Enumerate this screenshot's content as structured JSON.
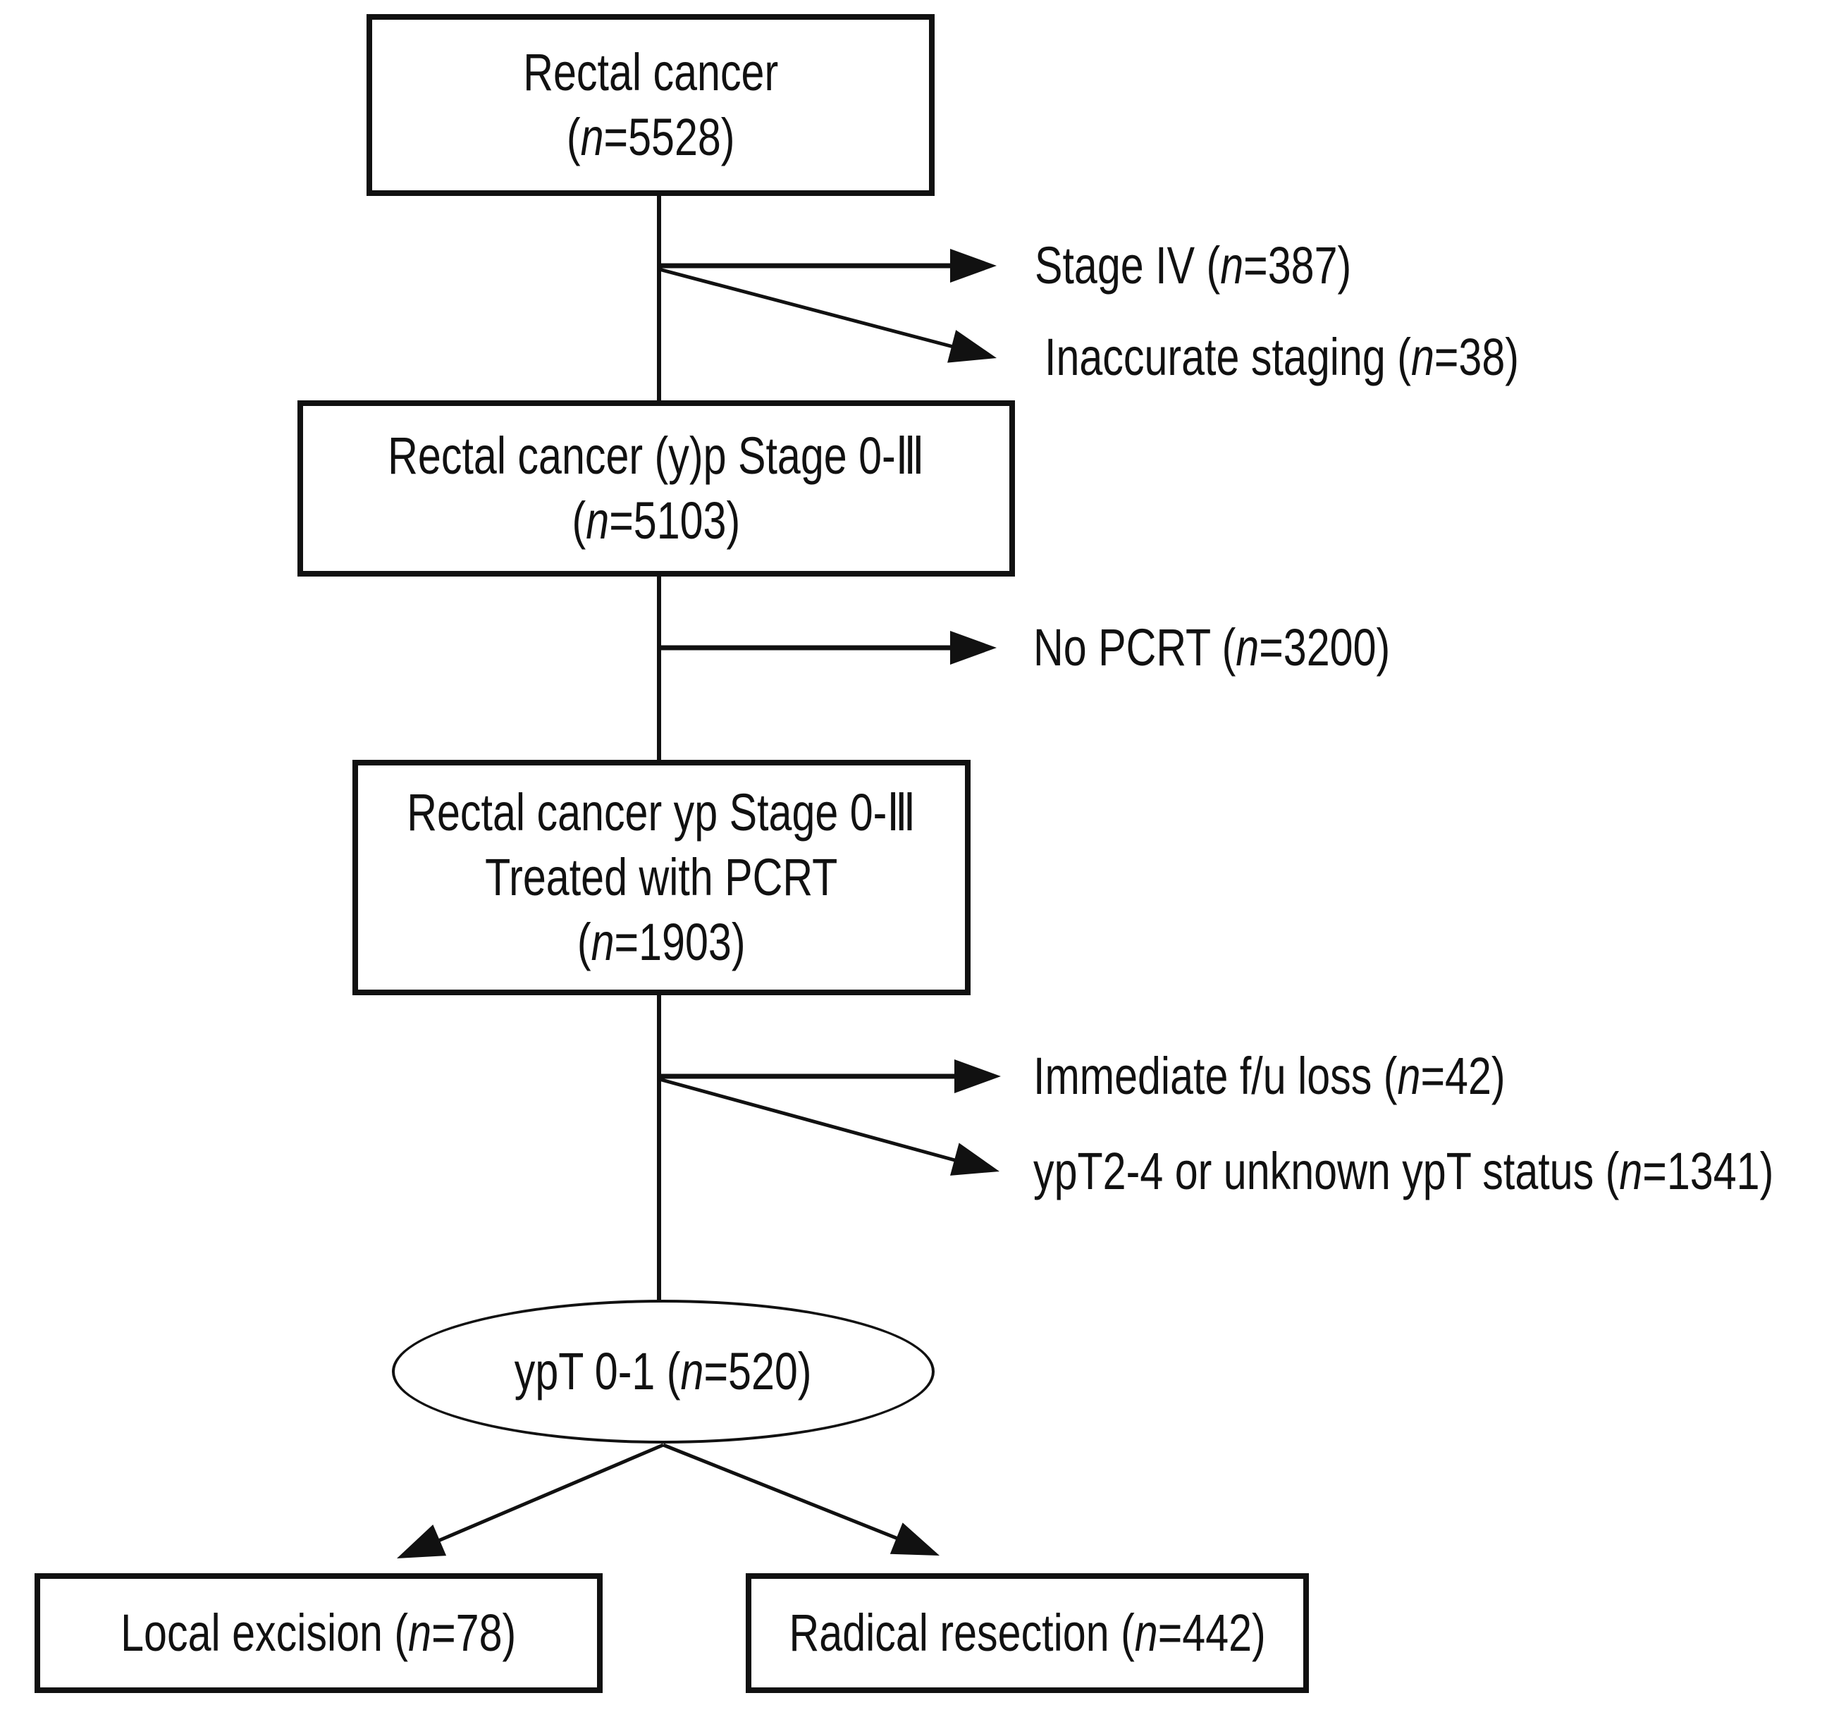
{
  "figure": {
    "type": "patient-flow-diagram",
    "paper_color": "#ffffff",
    "ink_color": "#111111"
  },
  "nodes": {
    "rectal_cancer": {
      "line1": "Rectal cancer",
      "line2": "(n=5528)"
    },
    "stage_0_3": {
      "line1": "Rectal cancer (y)p Stage 0-Ⅲ",
      "line2": "(n=5103)"
    },
    "treated_pcrt": {
      "line1": "Rectal cancer yp Stage 0-Ⅲ",
      "line2": "Treated with PCRT",
      "line3": "(n=1903)"
    },
    "ypt_0_1": {
      "label": "ypT 0-1 (n=520)"
    },
    "local_excision": {
      "label": "Local excision (n=78)"
    },
    "radical_resection": {
      "label": "Radical resection (n=442)"
    }
  },
  "exclusions": {
    "stage_iv": {
      "label": "Stage IV (n=387)",
      "from": "rectal_cancer"
    },
    "inaccurate_staging": {
      "label": "Inaccurate staging (n=38)",
      "from": "rectal_cancer"
    },
    "no_pcrt": {
      "label": "No PCRT (n=3200)",
      "from": "stage_0_3"
    },
    "fu_loss": {
      "label": "Immediate f/u loss (n=42)",
      "from": "treated_pcrt"
    },
    "ypt2_4": {
      "label": "ypT2-4 or unknown ypT status (n=1341)",
      "from": "treated_pcrt"
    }
  },
  "flow": [
    "rectal_cancer -> stage_0_3",
    "stage_0_3 -> treated_pcrt",
    "treated_pcrt -> ypt_0_1",
    "ypt_0_1 -> local_excision",
    "ypt_0_1 -> radical_resection"
  ]
}
